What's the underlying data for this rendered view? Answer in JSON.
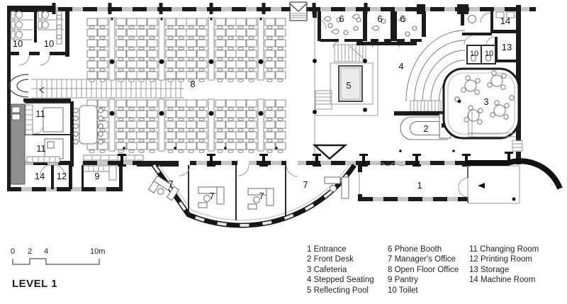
{
  "title": "LEVEL 1",
  "scale_bar": {
    "tick0": "0",
    "tick2": "2",
    "tick4": "4",
    "tick10": "10m"
  },
  "rooms": {
    "entrance": "1",
    "front_desk": "2",
    "cafeteria": "3",
    "stepped_seating": "4",
    "reflecting_pool": "5",
    "phone_booth": "6",
    "managers_office": "7",
    "open_floor_office": "8",
    "pantry": "9",
    "toilet": "10",
    "changing_room": "11",
    "printing_room": "12",
    "storage": "13",
    "machine_room": "14"
  },
  "legend": {
    "columns": [
      {
        "items": [
          "1 Entrance",
          "2 Front Desk",
          "3 Cafeteria",
          "4 Stepped Seating",
          "5 Reflecting Pool"
        ]
      },
      {
        "items": [
          "6 Phone Booth",
          "7 Manager's Office",
          "8 Open Floor Office",
          "9 Pantry",
          "10 Toilet"
        ]
      },
      {
        "items": [
          "11 Changing Room",
          "12 Printing Room",
          "13 Storage",
          "14 Machine Room"
        ]
      }
    ]
  },
  "colors": {
    "wall": "#1b1b1b",
    "curtain": "#c6c6c6",
    "core_fill": "#8f8f8f",
    "pool_fill": "#ebebeb"
  }
}
